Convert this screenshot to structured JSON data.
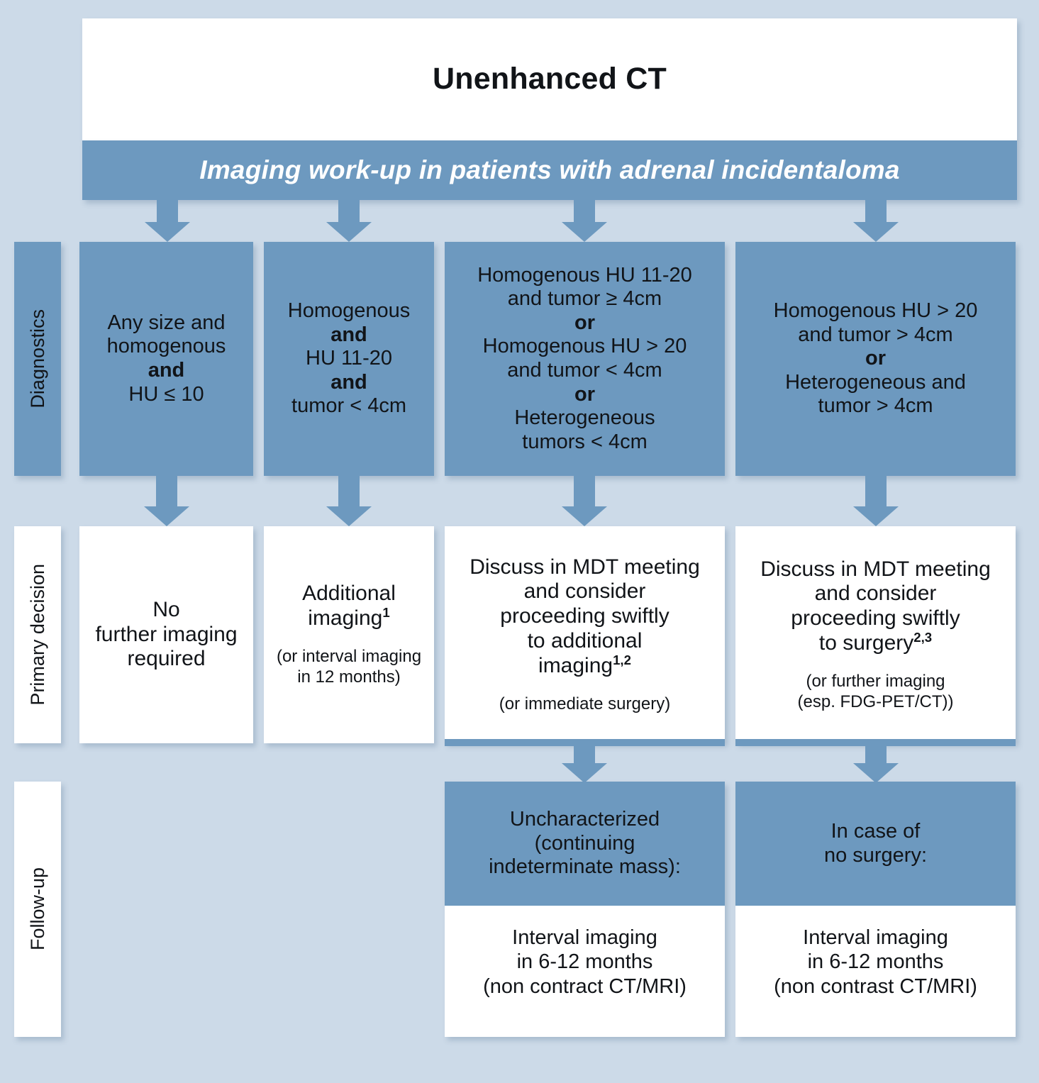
{
  "header": {
    "title": "Unenhanced CT",
    "subtitle": "Imaging work-up in patients with adrenal incidentaloma"
  },
  "rails": {
    "diagnostics": "Diagnostics",
    "primary_decision": "Primary decision",
    "follow_up": "Follow-up"
  },
  "colors": {
    "background": "#ccdae8",
    "accent_blue": "#6d99bf",
    "box_white": "#ffffff",
    "text": "#111418"
  },
  "diagnostics": [
    {
      "lines": [
        "Any size and",
        "homogenous",
        "and",
        "HU ≤ 10"
      ],
      "bold": [
        false,
        false,
        true,
        false
      ]
    },
    {
      "lines": [
        "Homogenous",
        "and",
        "HU 11-20",
        "and",
        "tumor < 4cm"
      ],
      "bold": [
        false,
        true,
        false,
        true,
        false
      ]
    },
    {
      "lines": [
        "Homogenous HU 11-20",
        "and tumor ≥ 4cm",
        "or",
        "Homogenous HU > 20",
        "and tumor < 4cm",
        "or",
        "Heterogeneous",
        "tumors < 4cm"
      ],
      "bold": [
        false,
        false,
        true,
        false,
        false,
        true,
        false,
        false
      ]
    },
    {
      "lines": [
        "Homogenous HU > 20",
        "and tumor > 4cm",
        "or",
        "Heterogeneous and",
        "tumor > 4cm"
      ],
      "bold": [
        false,
        false,
        true,
        false,
        false
      ]
    }
  ],
  "primary_decision": [
    {
      "main_lines": [
        "No",
        "further imaging",
        "required"
      ],
      "sup": "",
      "sub_lines": []
    },
    {
      "main_lines": [
        "Additional",
        "imaging"
      ],
      "sup": "1",
      "sub_lines": [
        "(or interval imaging",
        "in 12 months)"
      ]
    },
    {
      "main_lines": [
        "Discuss in MDT meeting",
        "and consider",
        "proceeding swiftly",
        "to additional",
        "imaging"
      ],
      "sup": "1,2",
      "sub_lines": [
        "(or immediate surgery)"
      ]
    },
    {
      "main_lines": [
        "Discuss in MDT meeting",
        "and consider",
        "proceeding swiftly",
        "to surgery"
      ],
      "sup": "2,3",
      "sub_lines": [
        "(or further imaging",
        "(esp. FDG-PET/CT))"
      ]
    }
  ],
  "follow_up": [
    {
      "head_lines": [
        "Uncharacterized",
        "(continuing",
        "indeterminate mass):"
      ],
      "body_lines": [
        "Interval imaging",
        "in 6-12 months",
        "(non contract CT/MRI)"
      ]
    },
    {
      "head_lines": [
        "In case of",
        "no surgery:"
      ],
      "body_lines": [
        "Interval imaging",
        "in 6-12 months",
        "(non contrast CT/MRI)"
      ]
    }
  ]
}
